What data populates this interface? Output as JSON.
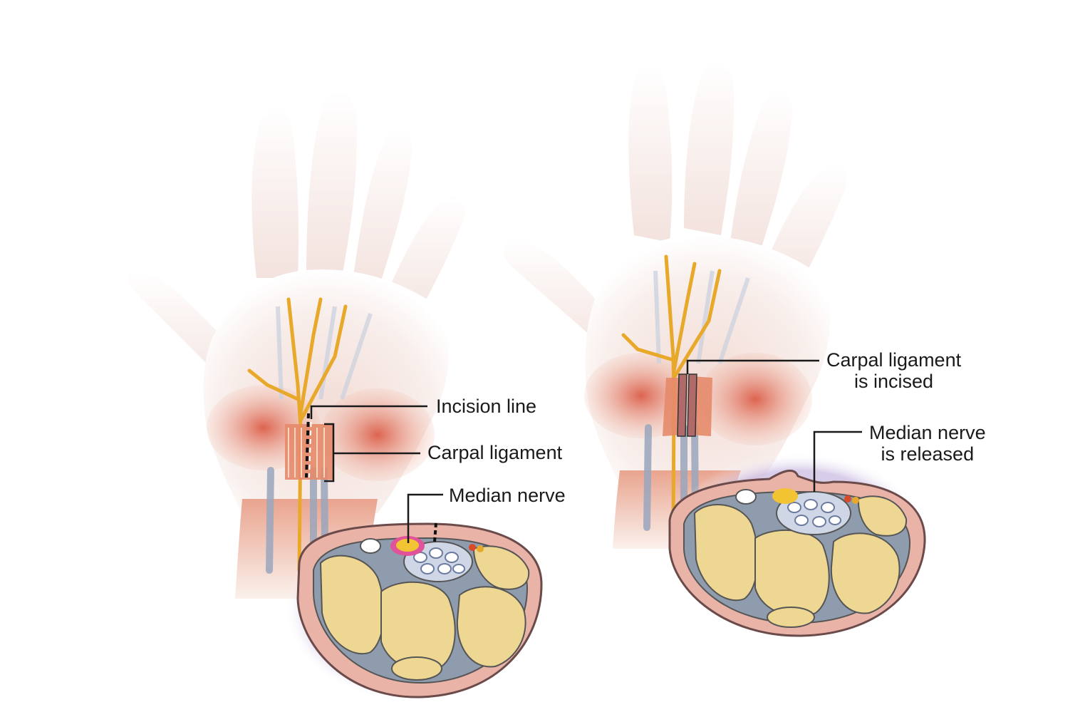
{
  "labels": {
    "left": {
      "incision_line": "Incision line",
      "carpal_ligament": "Carpal ligament",
      "median_nerve": "Median nerve"
    },
    "right": {
      "carpal_ligament_incised": [
        "Carpal ligament",
        "is incised"
      ],
      "median_nerve_released": [
        "Median nerve",
        "is released"
      ]
    }
  },
  "colors": {
    "skin": "#f6e9e6",
    "muscle": "#d9553f",
    "nerve": "#e8a92a",
    "tendon": "#9aa6bd",
    "bone": "#eed793",
    "cross_section_rim": "#e9b3a8",
    "connective": "#8f9cae",
    "leader_line": "#1a1a1a"
  },
  "icons": [
    "hand-illustration",
    "wrist-cross-section"
  ]
}
